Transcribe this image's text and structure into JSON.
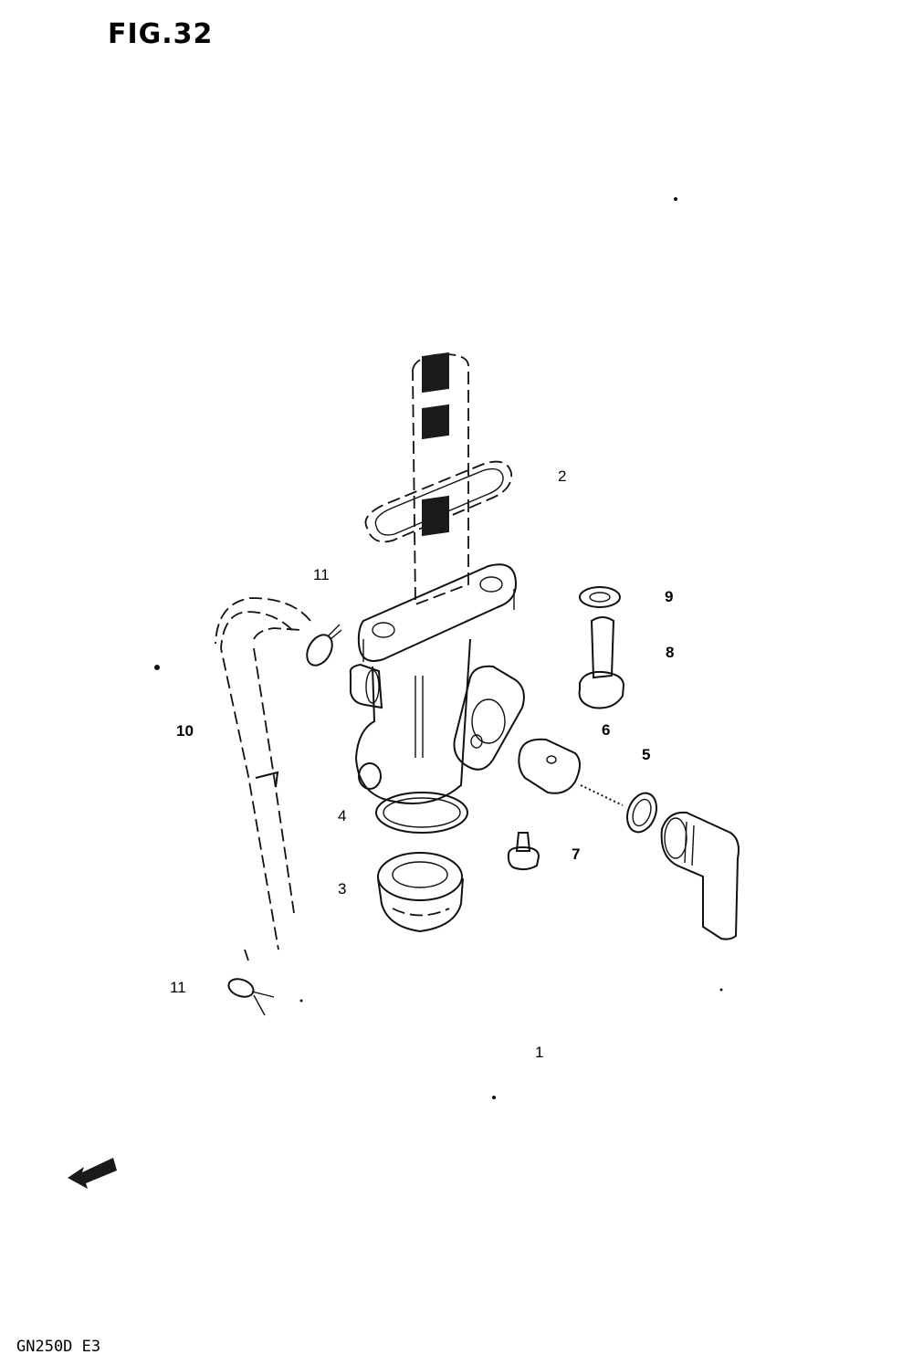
{
  "figure": {
    "title": "FIG.32",
    "model_code": "GN250D E3"
  },
  "callouts": [
    {
      "id": "1",
      "label": "1"
    },
    {
      "id": "2",
      "label": "2"
    },
    {
      "id": "3",
      "label": "3"
    },
    {
      "id": "4",
      "label": "4"
    },
    {
      "id": "5",
      "label": "5"
    },
    {
      "id": "6",
      "label": "6"
    },
    {
      "id": "7",
      "label": "7"
    },
    {
      "id": "8",
      "label": "8"
    },
    {
      "id": "9",
      "label": "9"
    },
    {
      "id": "10",
      "label": "10"
    },
    {
      "id": "11a",
      "label": "11"
    },
    {
      "id": "11b",
      "label": "11"
    }
  ],
  "direction_marker": {
    "text": "FWD",
    "icon": "forward-arrow-icon"
  }
}
